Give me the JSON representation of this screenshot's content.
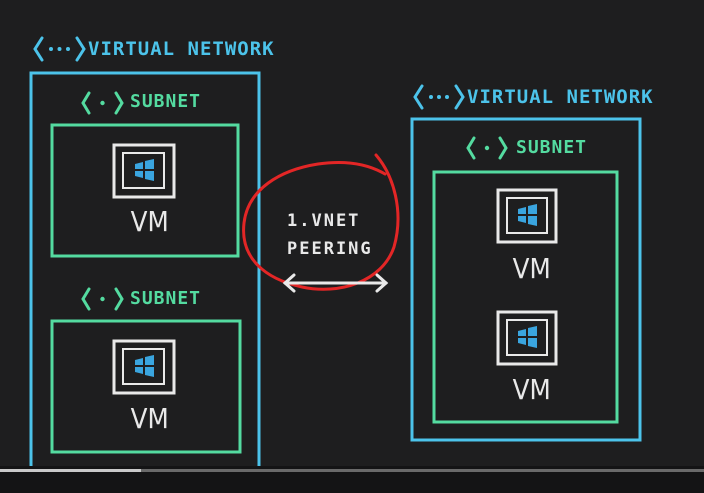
{
  "left_vnet": {
    "title": "VIRTUAL NETWORK",
    "title_icon": "angle-dots-icon",
    "subnets": [
      {
        "title": "SUBNET",
        "vms": [
          "VM"
        ]
      },
      {
        "title": "SUBNET",
        "vms": [
          "VM"
        ]
      }
    ]
  },
  "right_vnet": {
    "title": "VIRTUAL NETWORK",
    "title_icon": "angle-dots-icon",
    "subnets": [
      {
        "title": "SUBNET",
        "vms": [
          "VM",
          "VM"
        ]
      }
    ]
  },
  "peering": {
    "line1": "1.VNET",
    "line2": "PEERING",
    "arrow": "double-arrow-icon",
    "highlight": "red-circle"
  },
  "video_progress": {
    "fraction": 0.2
  },
  "colors": {
    "background": "#1e1e1f",
    "vnet": "#4cc3ea",
    "subnet": "#54dba0",
    "vm_box": "#e9e9e9",
    "windows_logo": "#3aa5df",
    "peering_circle": "#e32626",
    "text": "#e9e9e9"
  }
}
